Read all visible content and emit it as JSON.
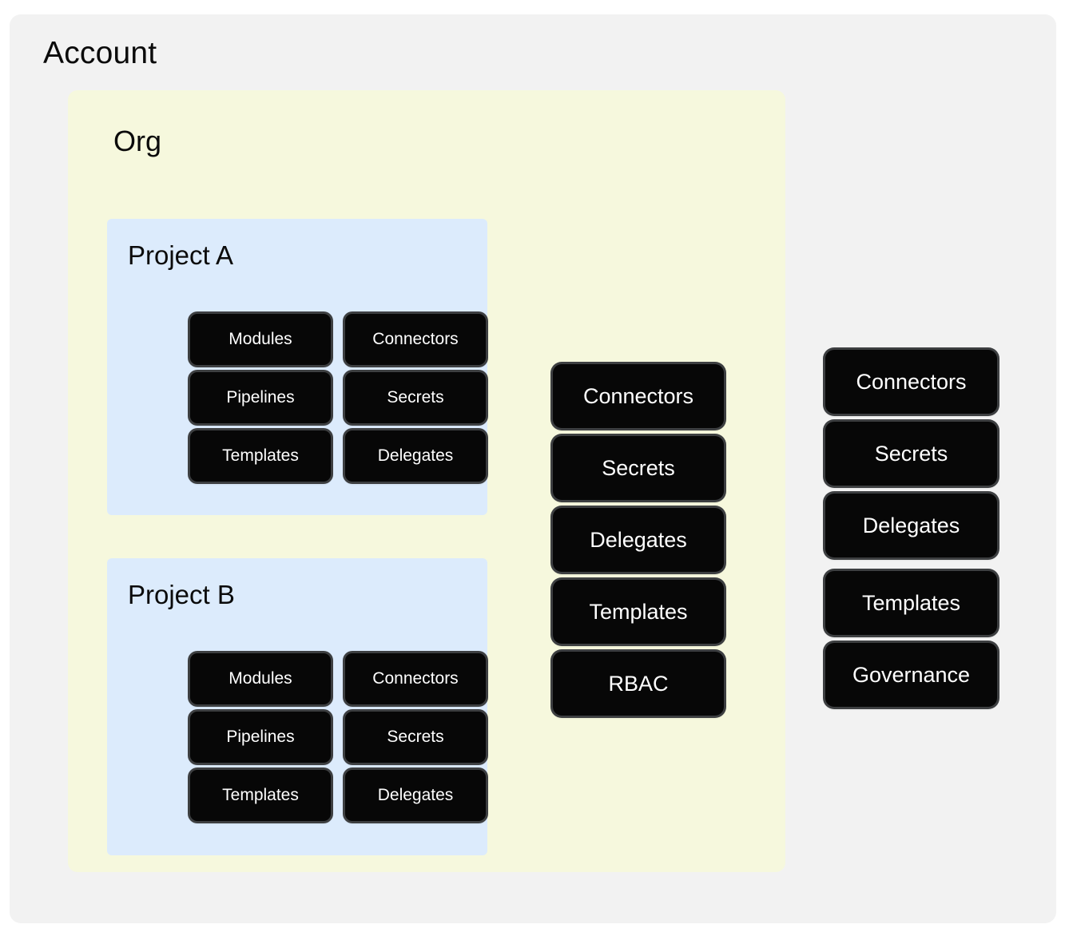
{
  "colors": {
    "page_background": "#ffffff",
    "account_panel": "#f2f2f2",
    "org_panel": "#f6f8dd",
    "project_panel": "#dcebfc",
    "node_fill": "#070707",
    "node_border": "#3d3f41",
    "node_text": "#ffffff",
    "title_text": "#0b0b0b"
  },
  "account": {
    "title": "Account",
    "resources": [
      {
        "label": "Connectors"
      },
      {
        "label": "Secrets"
      },
      {
        "label": "Delegates"
      },
      {
        "label": "Templates"
      },
      {
        "label": "Governance"
      }
    ]
  },
  "org": {
    "title": "Org",
    "resources": [
      {
        "label": "Connectors"
      },
      {
        "label": "Secrets"
      },
      {
        "label": "Delegates"
      },
      {
        "label": "Templates"
      },
      {
        "label": "RBAC"
      }
    ]
  },
  "projects": [
    {
      "title": "Project A",
      "resources_col1": [
        {
          "label": "Modules"
        },
        {
          "label": "Pipelines"
        },
        {
          "label": "Templates"
        }
      ],
      "resources_col2": [
        {
          "label": "Connectors"
        },
        {
          "label": "Secrets"
        },
        {
          "label": "Delegates"
        }
      ]
    },
    {
      "title": "Project B",
      "resources_col1": [
        {
          "label": "Modules"
        },
        {
          "label": "Pipelines"
        },
        {
          "label": "Templates"
        }
      ],
      "resources_col2": [
        {
          "label": "Connectors"
        },
        {
          "label": "Secrets"
        },
        {
          "label": "Delegates"
        }
      ]
    }
  ]
}
